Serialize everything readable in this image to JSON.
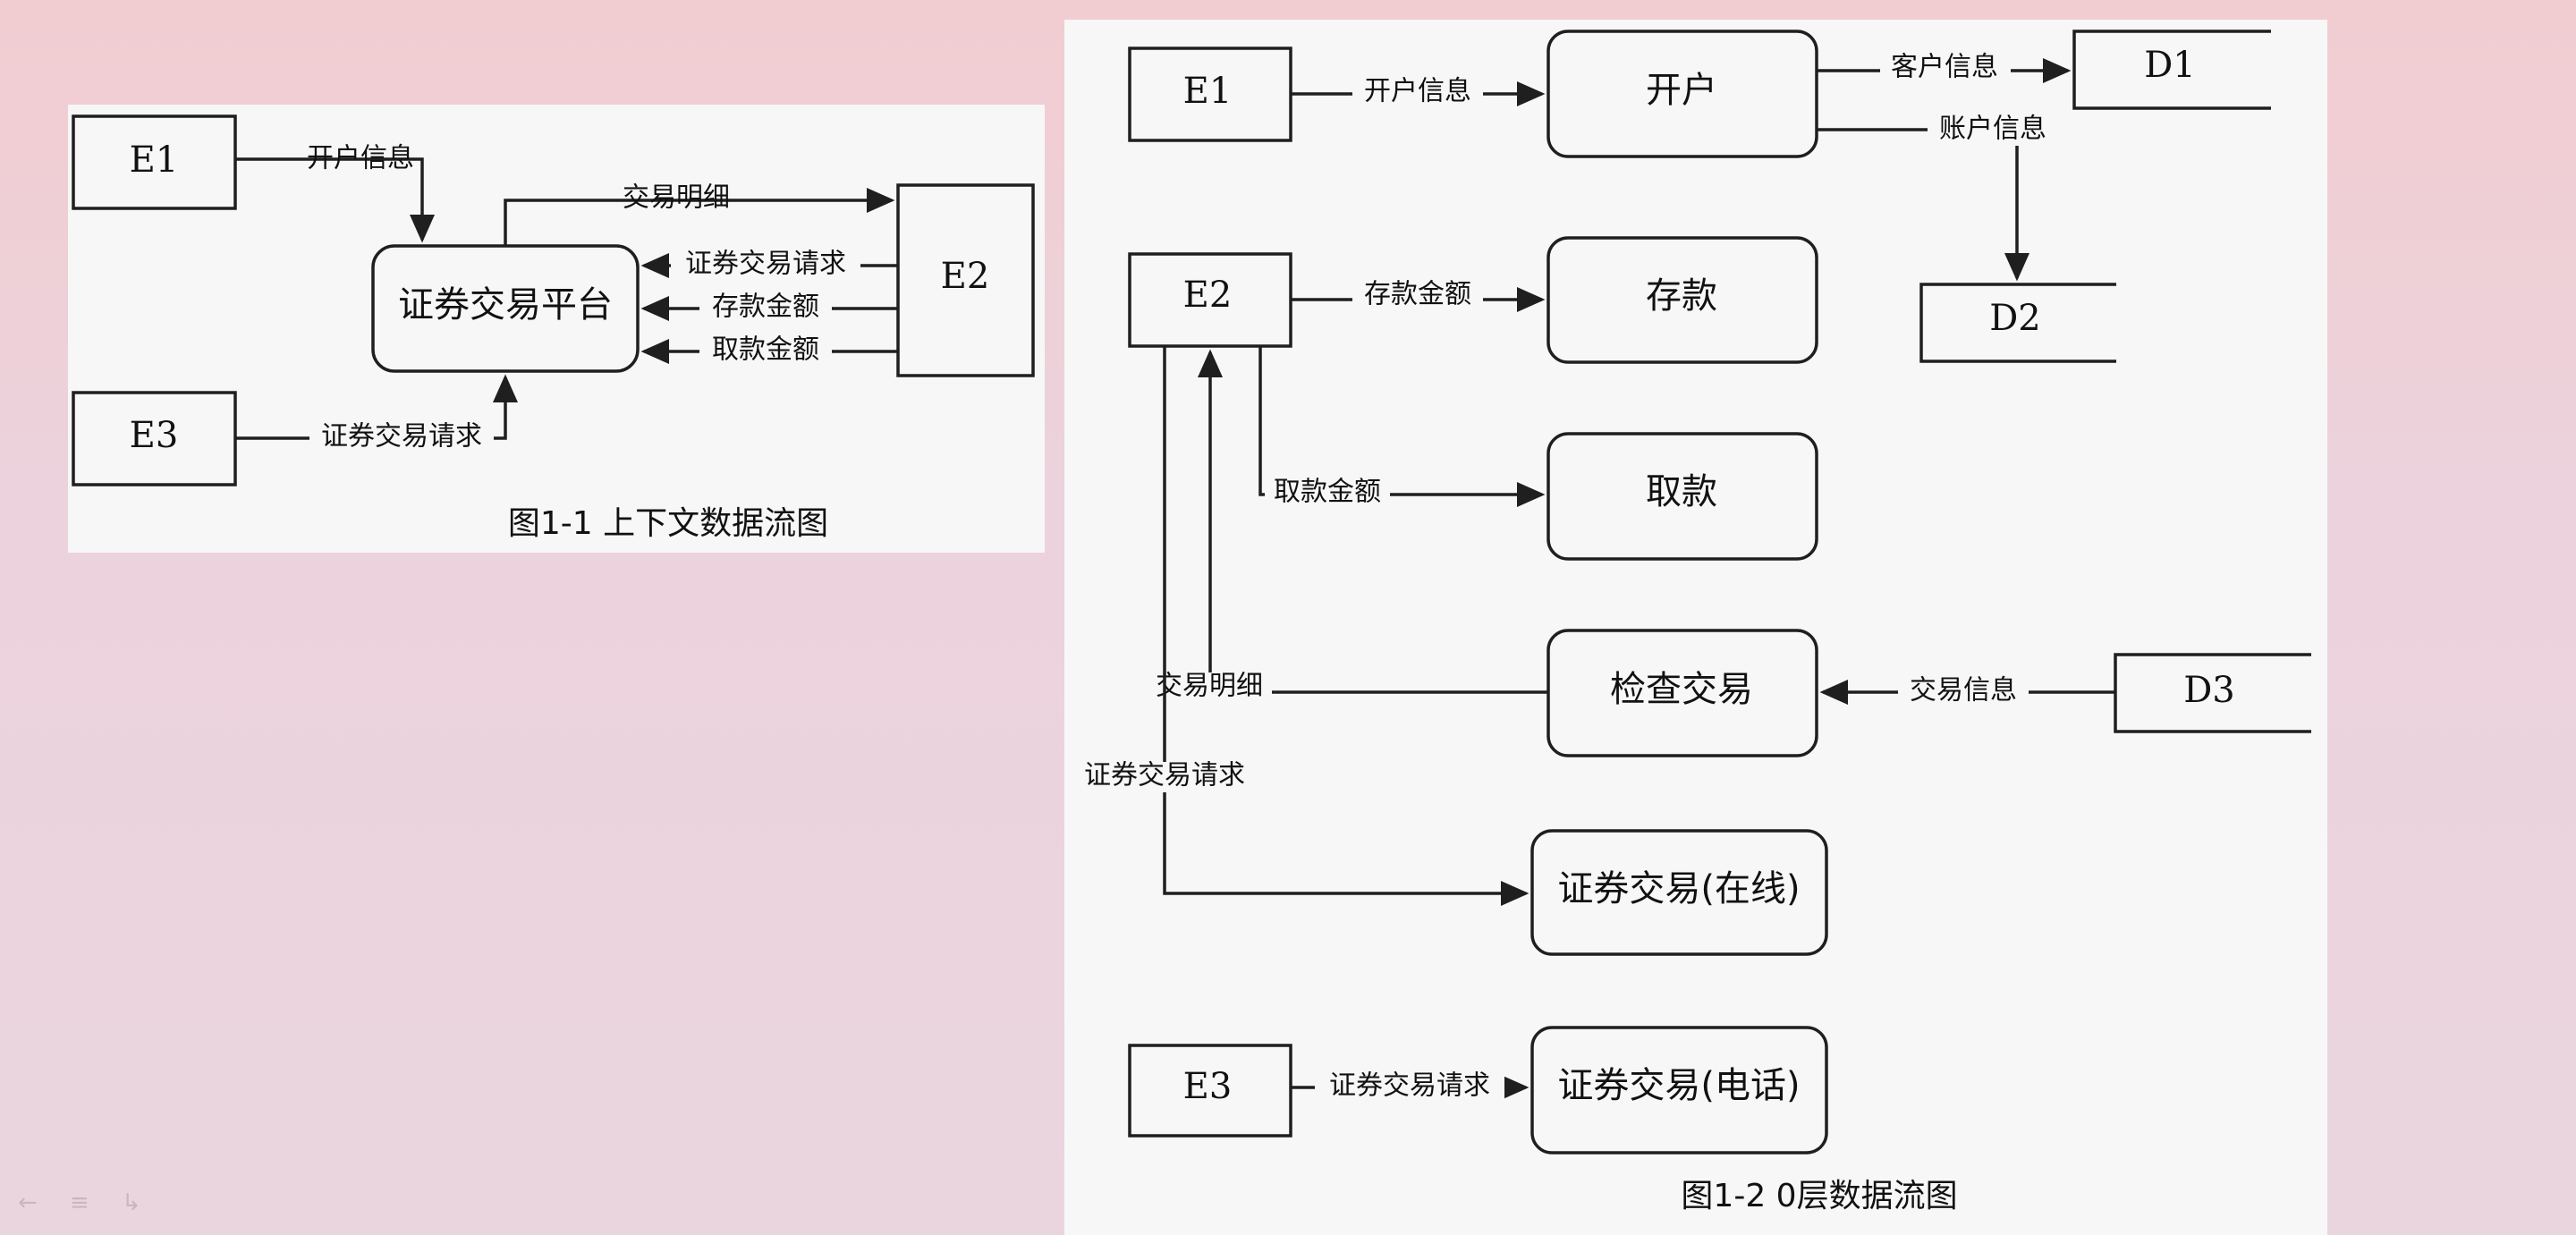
{
  "figure1": {
    "caption": "图1-1 上下文数据流图",
    "entities": {
      "e1": "E1",
      "e2": "E2",
      "e3": "E3"
    },
    "process": "证券交易平台",
    "flows": {
      "e1_open": "开户信息",
      "detail": "交易明细",
      "request_e2": "证券交易请求",
      "deposit": "存款金额",
      "withdraw": "取款金额",
      "request_e3": "证券交易请求"
    }
  },
  "figure2": {
    "caption": "图1-2 0层数据流图",
    "entities": {
      "e1": "E1",
      "e2": "E2",
      "e3": "E3"
    },
    "stores": {
      "d1": "D1",
      "d2": "D2",
      "d3": "D3"
    },
    "processes": {
      "open": "开户",
      "deposit": "存款",
      "withdraw": "取款",
      "check": "检查交易",
      "online": "证券交易(在线)",
      "phone": "证券交易(电话)"
    },
    "flows": {
      "open_info": "开户信息",
      "customer_info": "客户信息",
      "account_info": "账户信息",
      "deposit_amount": "存款金额",
      "withdraw_amount": "取款金额",
      "trade_detail": "交易明细",
      "trade_info": "交易信息",
      "online_request": "证券交易请求",
      "phone_request": "证券交易请求"
    }
  },
  "footer": {
    "icons": "← ≡ ↳"
  }
}
